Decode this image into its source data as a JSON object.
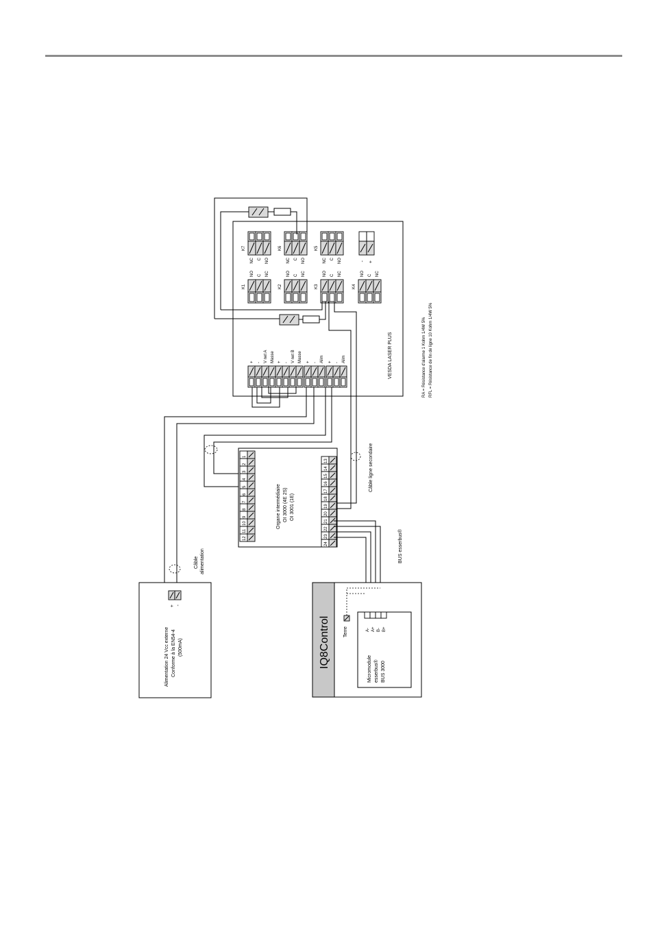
{
  "vesda": {
    "title": "VESDA LASER PLUS",
    "relays_top": [
      {
        "name": "K7",
        "pins": [
          "NC",
          "C",
          "NO"
        ]
      },
      {
        "name": "K6",
        "pins": [
          "NC",
          "C",
          "NO"
        ]
      },
      {
        "name": "K5",
        "pins": [
          "NC",
          "C",
          "NO"
        ]
      }
    ],
    "relays_bottom": [
      {
        "name": "K1",
        "pins": [
          "NO",
          "C",
          "NC"
        ]
      },
      {
        "name": "K2",
        "pins": [
          "NO",
          "C",
          "NC"
        ]
      },
      {
        "name": "K3",
        "pins": [
          "NO",
          "C",
          "NC"
        ]
      },
      {
        "name": "K4",
        "pins": [
          "NO",
          "C",
          "NC"
        ]
      }
    ],
    "supply_pins": [
      "-",
      "+"
    ],
    "bus_terminals": [
      {
        "text": "+"
      },
      {
        "text": "-"
      },
      {
        "text": "V net A"
      },
      {
        "text": "Masse"
      },
      {
        "text": "+"
      },
      {
        "text": "-"
      },
      {
        "text": "V net B"
      },
      {
        "text": "Masse"
      },
      {
        "text": "+"
      },
      {
        "text": "-"
      },
      {
        "text": "Alim"
      },
      {
        "text": "+"
      },
      {
        "text": "-"
      },
      {
        "text": "Alim"
      }
    ]
  },
  "legend": {
    "ra": "RA = Résistance d'alarme 1 Kohm 1/4W 5%",
    "rfl": "RFL = Résistance de fin de ligne 10 Kohm 1/4W 5%"
  },
  "organe": {
    "line1": "Organe intermédiaire",
    "line2": "OI 3000 (4E 2S)",
    "line3": "OI 3001 (1E)",
    "left_numbers": [
      "12",
      "11",
      "10",
      "9",
      "8",
      "7",
      "6",
      "5",
      "4",
      "3",
      "2",
      "1"
    ],
    "right_numbers": [
      "13",
      "14",
      "15",
      "16",
      "17",
      "18",
      "19",
      "20",
      "21",
      "22",
      "23",
      "24"
    ]
  },
  "cable_secondaire": "Câble ligne secondaire",
  "cable_alim_line1": "Câble",
  "cable_alim_line2": "alimentation",
  "bus_label": "BUS esserbus®",
  "alimentation": {
    "line1": "Alimentation 24 Vcc externe",
    "line2": "Conforme à la EN54-4",
    "line3": "(500mA)",
    "pins": [
      "+",
      "-"
    ]
  },
  "iq8": {
    "title": "IQ8Control",
    "terre": "Terre",
    "micro_line1": "Micromodule",
    "micro_line2": "esserbus®",
    "micro_line3": "BUS 3000",
    "bus_pins": [
      "A-",
      "A+",
      "B-",
      "B+"
    ]
  }
}
